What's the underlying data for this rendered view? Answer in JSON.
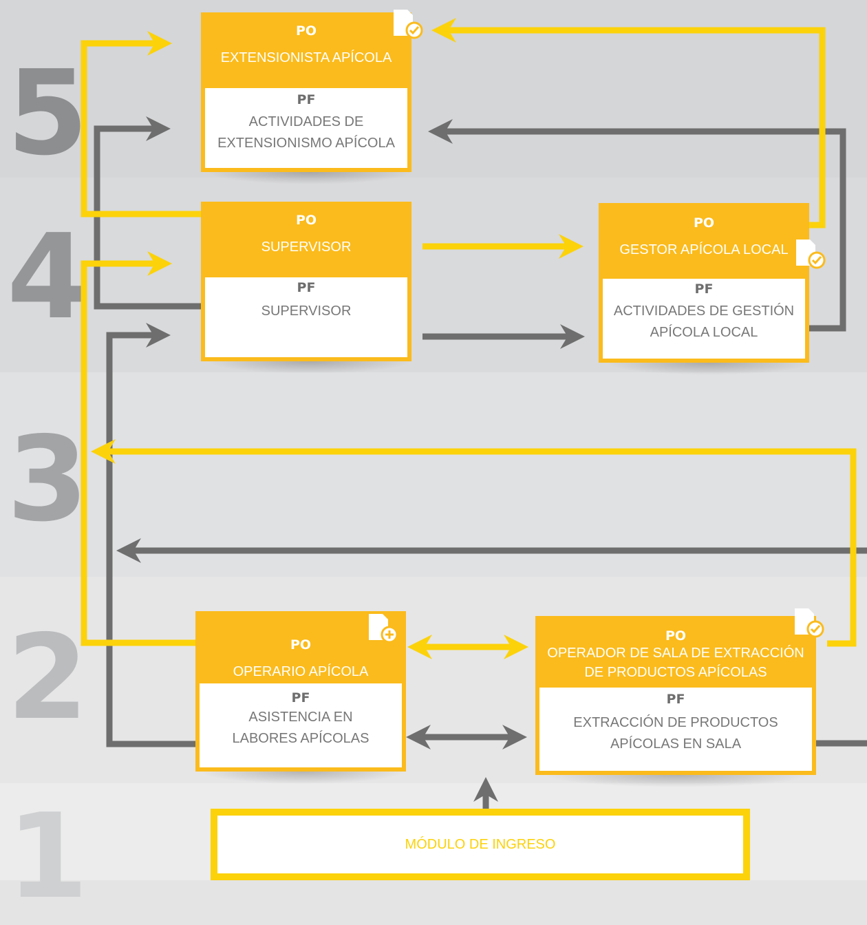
{
  "levels": [
    "5",
    "4",
    "3",
    "2",
    "1"
  ],
  "colors": {
    "yellow_arrow": "#fcd20a",
    "gray_arrow": "#6e6e6e",
    "card": "#fbbb1c"
  },
  "nodes": {
    "extensionista": {
      "po": "PO",
      "role": "EXTENSIONISTA APÍCOLA",
      "pf": "PF",
      "activity": "ACTIVIDADES DE EXTENSIONISMO APÍCOLA",
      "icon": "document-check-icon"
    },
    "supervisor": {
      "po": "PO",
      "role": "SUPERVISOR",
      "pf": "PF",
      "activity": "SUPERVISOR"
    },
    "gestor": {
      "po": "PO",
      "role": "GESTOR APÍCOLA LOCAL",
      "pf": "PF",
      "activity": "ACTIVIDADES DE GESTIÓN APÍCOLA LOCAL",
      "icon": "document-check-icon"
    },
    "operario": {
      "po": "PO",
      "role": "OPERARIO APÍCOLA",
      "pf": "PF",
      "activity": "ASISTENCIA EN LABORES APÍCOLAS",
      "icon": "document-add-icon"
    },
    "operador": {
      "po": "PO",
      "role": "OPERADOR DE SALA DE EXTRACCIÓN DE PRODUCTOS APÍCOLAS",
      "pf": "PF",
      "activity": "EXTRACCIÓN DE PRODUCTOS APÍCOLAS EN SALA",
      "icon": "document-check-icon"
    }
  },
  "entry_module": "MÓDULO DE INGRESO"
}
